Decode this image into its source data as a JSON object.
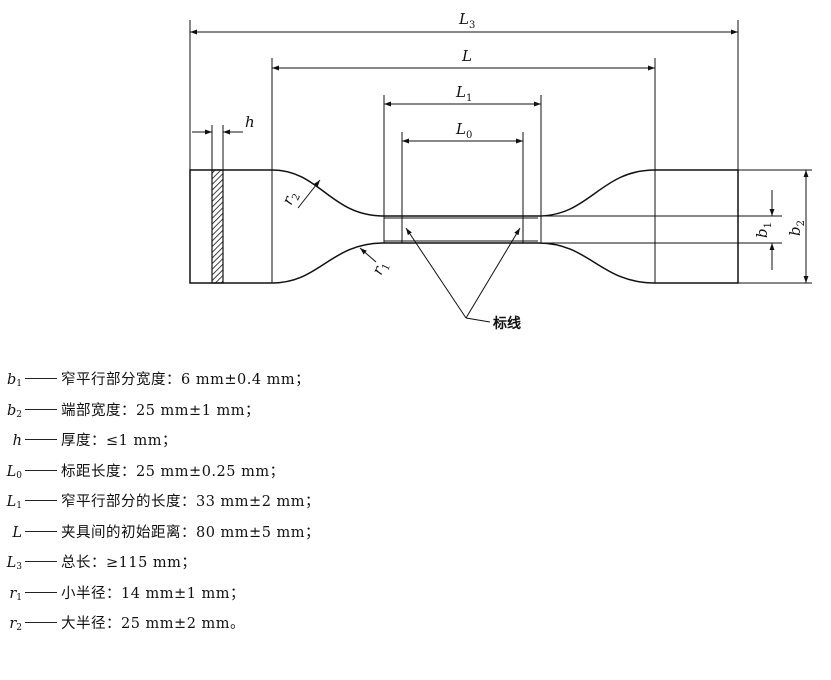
{
  "labels": {
    "L3": {
      "base": "L",
      "sub": "3"
    },
    "L": {
      "base": "L",
      "sub": ""
    },
    "L1": {
      "base": "L",
      "sub": "1"
    },
    "L0": {
      "base": "L",
      "sub": "0"
    },
    "h": {
      "base": "h",
      "sub": ""
    },
    "r2": {
      "base": "r",
      "sub": "2"
    },
    "r1": {
      "base": "r",
      "sub": "1"
    },
    "b1": {
      "base": "b",
      "sub": "1"
    },
    "b2": {
      "base": "b",
      "sub": "2"
    },
    "gauge_mark": "标线"
  },
  "legend": [
    {
      "sym": "b",
      "sub": "1",
      "text": "窄平行部分宽度：6 mm±0.4 mm；"
    },
    {
      "sym": "b",
      "sub": "2",
      "text": "端部宽度：25 mm±1 mm；"
    },
    {
      "sym": "h",
      "sub": "",
      "text": "厚度：≤1 mm；"
    },
    {
      "sym": "L",
      "sub": "0",
      "text": "标距长度：25 mm±0.25 mm；"
    },
    {
      "sym": "L",
      "sub": "1",
      "text": "窄平行部分的长度：33 mm±2 mm；"
    },
    {
      "sym": "L",
      "sub": "",
      "text": "夹具间的初始距离：80 mm±5 mm；"
    },
    {
      "sym": "L",
      "sub": "3",
      "text": "总长：≥115 mm；"
    },
    {
      "sym": "r",
      "sub": "1",
      "text": "小半径：14 mm±1 mm；"
    },
    {
      "sym": "r",
      "sub": "2",
      "text": "大半径：25 mm±2 mm。"
    }
  ]
}
